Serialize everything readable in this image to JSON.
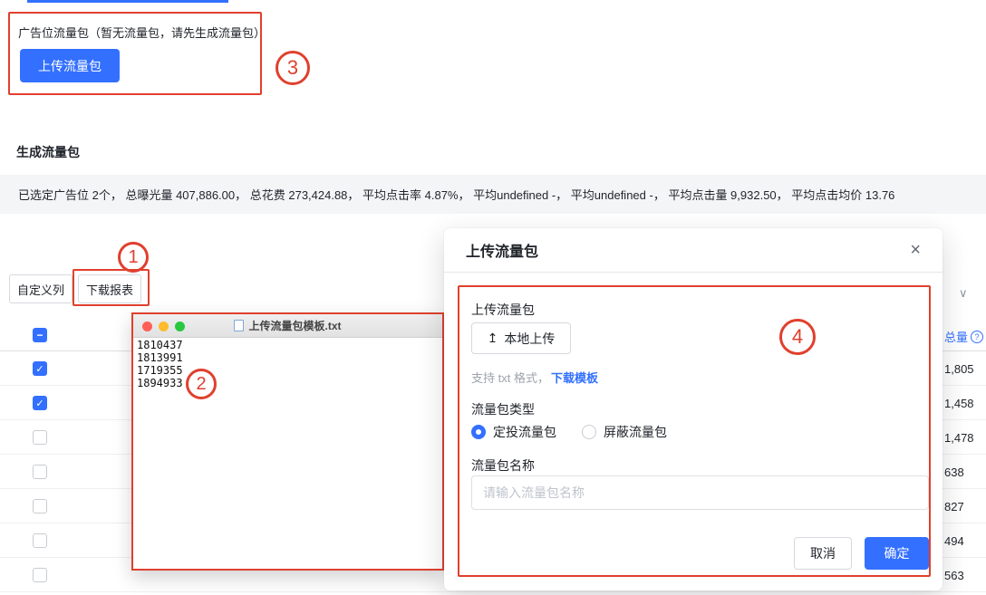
{
  "colors": {
    "accent": "#3370ff",
    "annotation": "#e0402e"
  },
  "icons": {
    "check": "✓",
    "indeterminate": "−",
    "upload": "↥",
    "close": "×",
    "chevron_down": "∨",
    "help": "?"
  },
  "annotations": {
    "labels": [
      "1",
      "2",
      "3",
      "4"
    ]
  },
  "top_section": {
    "title": "广告位流量包（暂无流量包，请先生成流量包）",
    "upload_button": "上传流量包"
  },
  "generate_section": {
    "title": "生成流量包",
    "summary": "已选定广告位 2个， 总曝光量 407,886.00， 总花费 273,424.88， 平均点击率 4.87%， 平均undefined -， 平均undefined -， 平均点击量 9,932.50， 平均点击均价 13.76"
  },
  "toolbar": {
    "custom_columns": "自定义列",
    "download_report": "下载报表"
  },
  "table": {
    "total_header": "总量",
    "rows": [
      {
        "checked": true,
        "total": "1,805"
      },
      {
        "checked": true,
        "total": "1,458"
      },
      {
        "checked": false,
        "total": "1,478"
      },
      {
        "checked": false,
        "total": "638"
      },
      {
        "checked": false,
        "total": "827"
      },
      {
        "checked": false,
        "total": "494"
      },
      {
        "checked": false,
        "total": "563"
      }
    ]
  },
  "txt_window": {
    "title": "上传流量包模板.txt",
    "lines": [
      "1810437",
      "1813991",
      "1719355",
      "1894933"
    ]
  },
  "modal": {
    "title": "上传流量包",
    "upload_label": "上传流量包",
    "local_upload": "本地上传",
    "hint_prefix": "支持 txt 格式，",
    "hint_link": "下载模板",
    "type_label": "流量包类型",
    "radio_targeted": "定投流量包",
    "radio_blocked": "屏蔽流量包",
    "name_label": "流量包名称",
    "name_placeholder": "请输入流量包名称",
    "cancel": "取消",
    "confirm": "确定"
  }
}
